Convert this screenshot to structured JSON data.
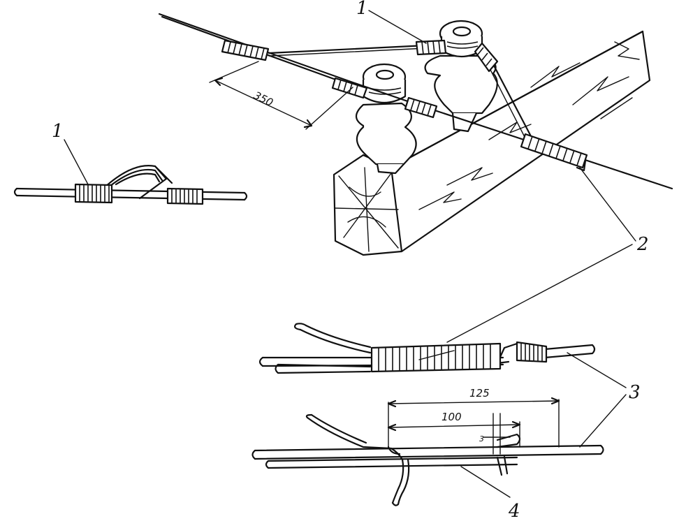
{
  "labels": {
    "callout_1_top": "1",
    "callout_1_left": "1",
    "callout_2": "2",
    "callout_3": "3",
    "callout_4": "4"
  },
  "dimensions": {
    "d350": "350",
    "d125": "125",
    "d100": "100",
    "d3": "3"
  }
}
